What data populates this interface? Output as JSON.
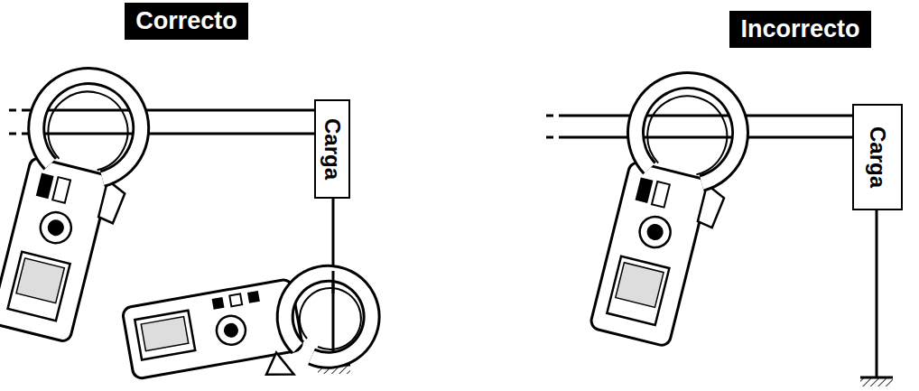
{
  "diagram": {
    "nodes": [
      {
        "text": [
          "Correcto"
        ]
      },
      {
        "text": [
          "Carga"
        ]
      },
      {
        "text": [
          "Incorrecto"
        ]
      },
      {
        "text": [
          "Carga"
        ]
      }
    ]
  }
}
